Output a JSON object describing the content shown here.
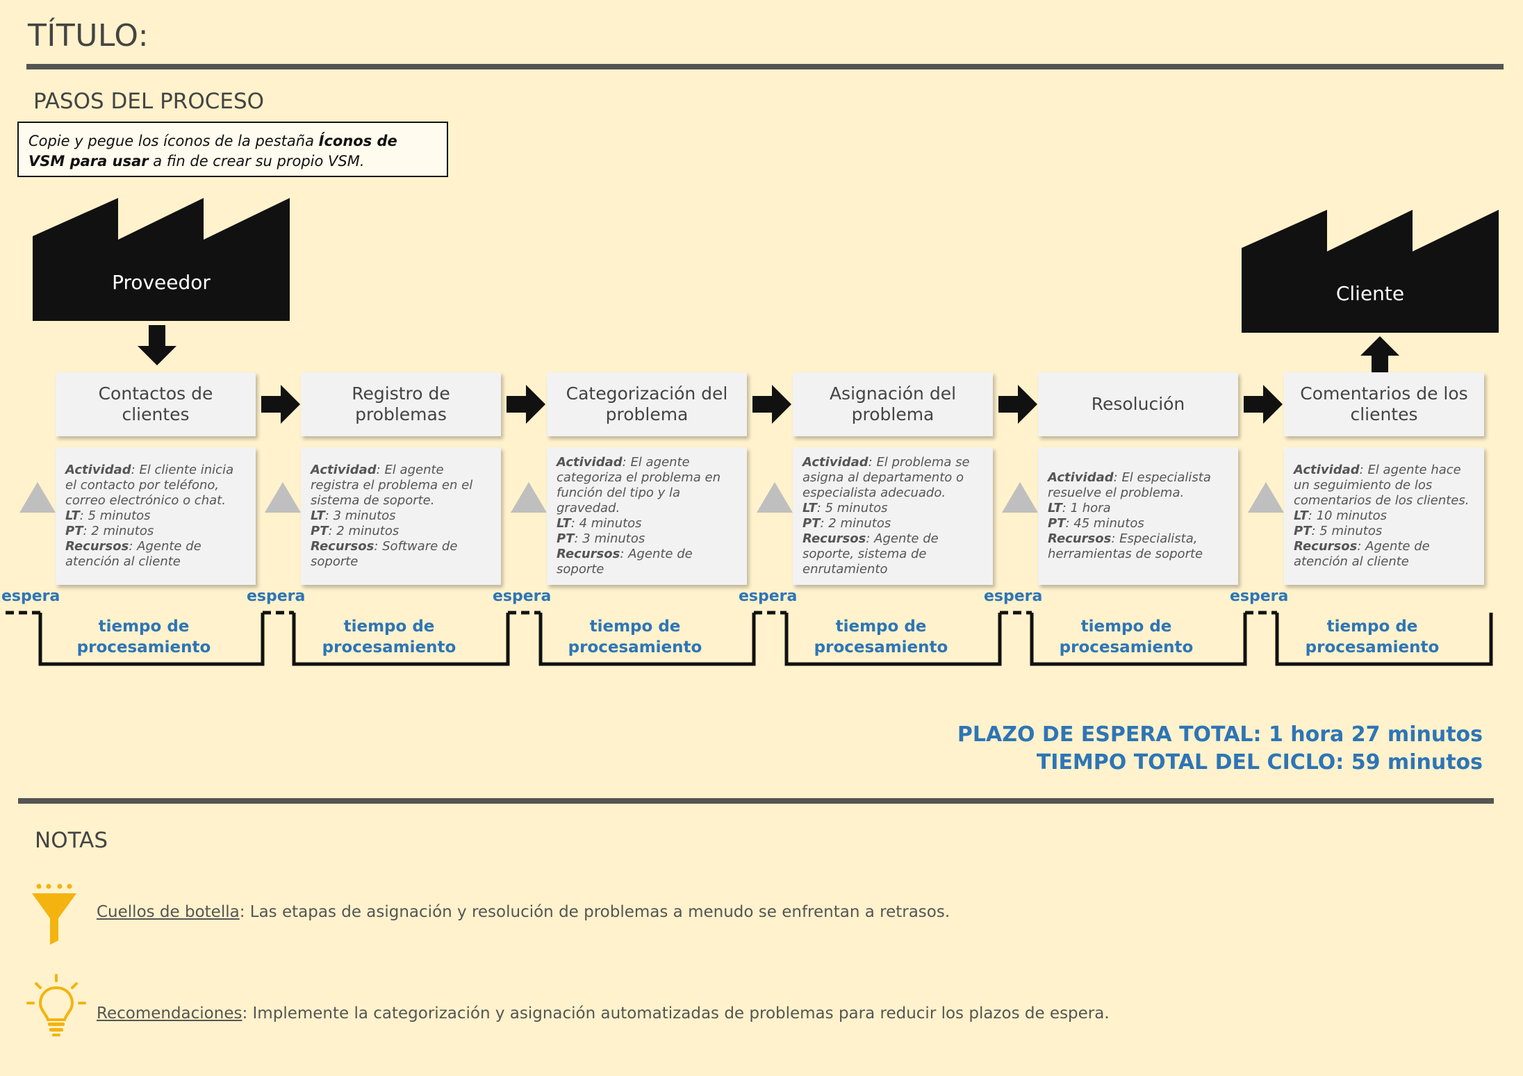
{
  "title": "TÍTULO:",
  "sections": {
    "steps": "PASOS DEL PROCESO",
    "notes": "NOTAS"
  },
  "instruction": {
    "text1": "Copie y pegue los íconos de la pestaña ",
    "bold": "Íconos de VSM para usar",
    "text2": " a fin de crear su propio VSM."
  },
  "supplier": "Proveedor",
  "customer": "Cliente",
  "labels": {
    "activity": "Actividad",
    "lt": "LT",
    "pt": "PT",
    "resources": "Recursos",
    "wait": "espera",
    "processing": "tiempo de procesamiento"
  },
  "steps": [
    {
      "name": "Contactos de clientes",
      "activity": "El cliente inicia el contacto por teléfono, correo electrónico o chat.",
      "lt": "5 minutos",
      "pt": "2 minutos",
      "resources": "Agente de atención al cliente"
    },
    {
      "name": "Registro de problemas",
      "activity": "El agente registra el problema en el sistema de soporte.",
      "lt": "3 minutos",
      "pt": "2 minutos",
      "resources": "Software de soporte"
    },
    {
      "name": "Categorización del problema",
      "activity": "El agente categoriza el problema en función del tipo y la gravedad.",
      "lt": "4 minutos",
      "pt": "3 minutos",
      "resources": "Agente de soporte"
    },
    {
      "name": "Asignación del problema",
      "activity": "El problema se asigna al departamento o especialista adecuado.",
      "lt": "5 minutos",
      "pt": "2 minutos",
      "resources": "Agente de soporte, sistema de enrutamiento"
    },
    {
      "name": "Resolución",
      "activity": "El especialista resuelve el problema.",
      "lt": "1 hora",
      "pt": "45 minutos",
      "resources": "Especialista, herramientas de soporte"
    },
    {
      "name": "Comentarios de los clientes",
      "activity": "El agente hace un seguimiento de los comentarios de los clientes.",
      "lt": "10 minutos",
      "pt": "5 minutos",
      "resources": "Agente de atención al cliente"
    }
  ],
  "totals": {
    "lead": "PLAZO DE ESPERA TOTAL: 1 hora 27 minutos",
    "cycle": "TIEMPO TOTAL DEL CICLO: 59 minutos"
  },
  "notes": [
    {
      "label": "Cuellos de botella",
      "text": ": Las etapas de asignación y resolución de problemas a menudo se enfrentan a retrasos.",
      "icon": "funnel-icon",
      "color": "#f4b30f"
    },
    {
      "label": "Recomendaciones",
      "text": ": Implemente la categorización y asignación automatizadas de problemas para reducir los plazos de espera.",
      "icon": "lightbulb-icon",
      "color": "#f4b30f"
    }
  ]
}
